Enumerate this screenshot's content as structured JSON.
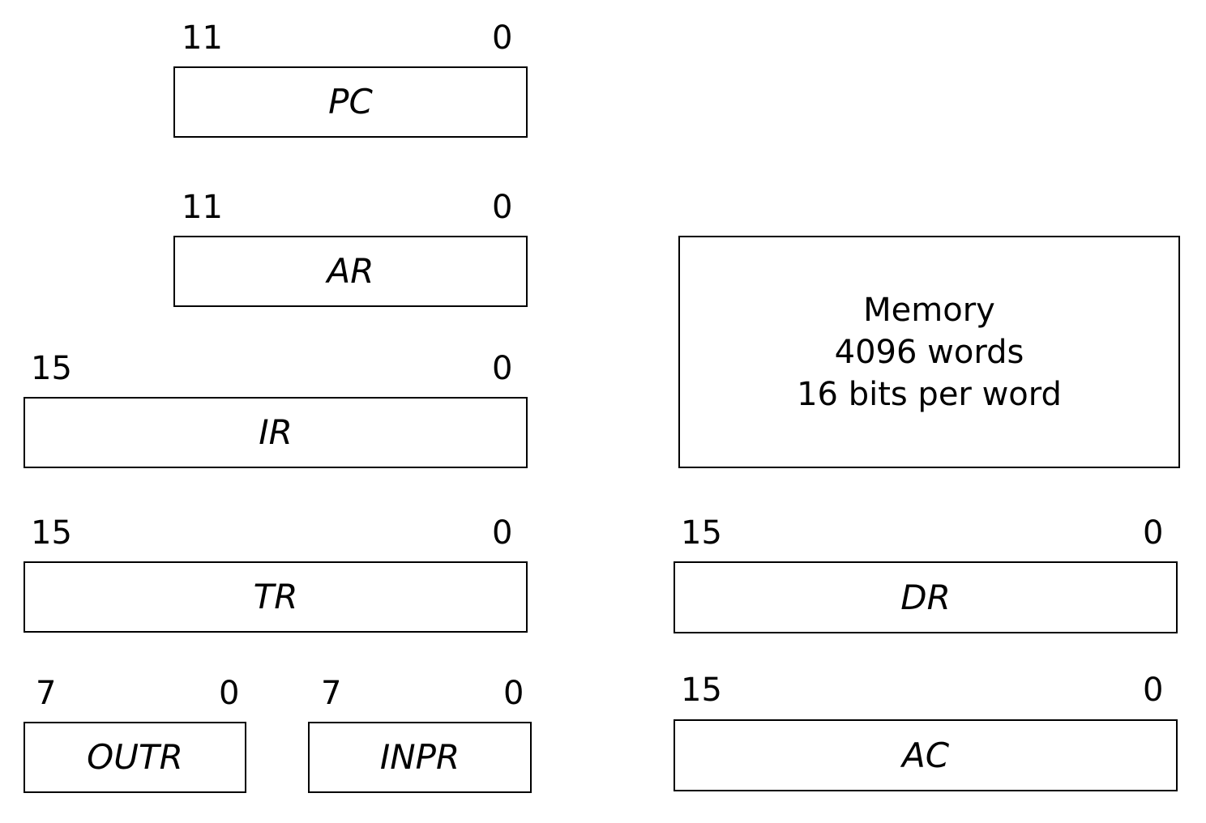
{
  "registers": {
    "pc": {
      "name": "PC",
      "high_bit": "11",
      "low_bit": "0"
    },
    "ar": {
      "name": "AR",
      "high_bit": "11",
      "low_bit": "0"
    },
    "ir": {
      "name": "IR",
      "high_bit": "15",
      "low_bit": "0"
    },
    "tr": {
      "name": "TR",
      "high_bit": "15",
      "low_bit": "0"
    },
    "outr": {
      "name": "OUTR",
      "high_bit": "7",
      "low_bit": "0"
    },
    "inpr": {
      "name": "INPR",
      "high_bit": "7",
      "low_bit": "0"
    },
    "dr": {
      "name": "DR",
      "high_bit": "15",
      "low_bit": "0"
    },
    "ac": {
      "name": "AC",
      "high_bit": "15",
      "low_bit": "0"
    }
  },
  "memory": {
    "lines": [
      "Memory",
      "4096 words",
      "16 bits per word"
    ]
  }
}
